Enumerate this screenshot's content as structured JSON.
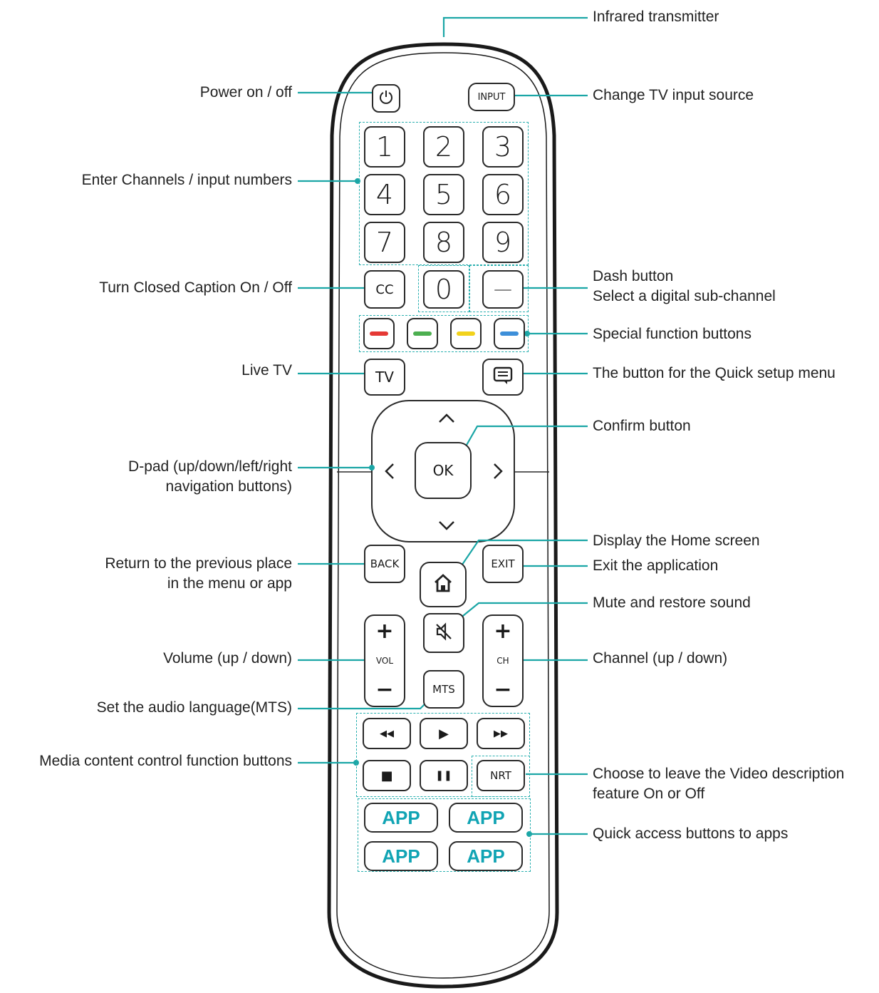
{
  "accent_color": "#1ba6a6",
  "labels": {
    "infrared": "Infrared transmitter",
    "power": "Power on / off",
    "input_source": "Change TV input source",
    "enter_channels": "Enter Channels / input numbers",
    "closed_caption": "Turn Closed Caption On / Off",
    "dash_line1": "Dash button",
    "dash_line2": "Select a digital sub-channel",
    "special_function": "Special function buttons",
    "live_tv": "Live TV",
    "quick_setup": "The button for the Quick setup menu",
    "confirm": "Confirm button",
    "dpad_line1": "D-pad (up/down/left/right",
    "dpad_line2": "navigation buttons)",
    "home_screen": "Display the Home screen",
    "back_line1": "Return to the previous place",
    "back_line2": "in the menu or app",
    "exit_app": "Exit the application",
    "mute": "Mute and restore sound",
    "volume": "Volume (up / down)",
    "channel": "Channel (up / down)",
    "audio_language": "Set the audio language(MTS)",
    "media_control": "Media content control function buttons",
    "nrt_line1": "Choose to leave the Video description",
    "nrt_line2": "feature On or Off",
    "quick_apps": "Quick access buttons to apps"
  },
  "remote": {
    "input_label": "INPUT",
    "numbers": [
      "1",
      "2",
      "3",
      "4",
      "5",
      "6",
      "7",
      "8",
      "9"
    ],
    "zero": "0",
    "cc_label": "CC",
    "dash_symbol": "—",
    "color_keys": [
      {
        "name": "red",
        "color": "#e53935"
      },
      {
        "name": "green",
        "color": "#4caf50"
      },
      {
        "name": "yellow",
        "color": "#f2d21b"
      },
      {
        "name": "blue",
        "color": "#3d8fd9"
      }
    ],
    "tv_label": "TV",
    "ok_label": "OK",
    "back_label": "BACK",
    "exit_label": "EXIT",
    "vol_label": "VOL",
    "ch_label": "CH",
    "plus_symbol": "+",
    "minus_symbol": "−",
    "mts_label": "MTS",
    "nrt_label": "NRT",
    "media_symbols": {
      "rewind": "◀◀",
      "play": "▶",
      "fast_forward": "▶▶",
      "stop": "■",
      "pause": "❚❚"
    },
    "app_labels": [
      "APP",
      "APP",
      "APP",
      "APP"
    ]
  }
}
